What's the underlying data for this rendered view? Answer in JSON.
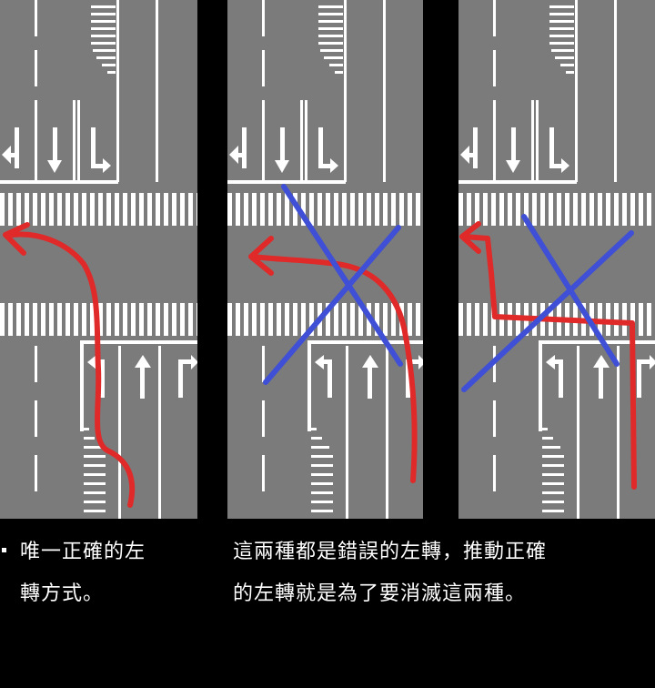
{
  "panels": [
    {
      "label": "correct-left-turn",
      "status": "correct",
      "crossed": false
    },
    {
      "label": "wrong-left-turn-direct",
      "status": "wrong",
      "crossed": true
    },
    {
      "label": "wrong-left-turn-two-stage",
      "status": "wrong",
      "crossed": true
    }
  ],
  "captions": {
    "left_line1": "唯一正確的左",
    "left_line2": "轉方式。",
    "right_line1": "這兩種都是錯誤的左轉，推動正確",
    "right_line2": "的左轉就是為了要消滅這兩種。"
  },
  "colors": {
    "road": "#7b7b7b",
    "marking": "#ffffff",
    "path": "#e02a2a",
    "cross": "#3f4fd6",
    "background": "#000000"
  }
}
